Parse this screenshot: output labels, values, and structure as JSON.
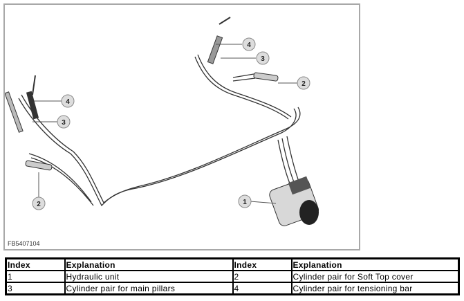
{
  "figure": {
    "id": "FB5407104",
    "callouts": [
      "1",
      "2",
      "2",
      "3",
      "3",
      "4",
      "4"
    ]
  },
  "legend_table": {
    "headers": [
      "Index",
      "Explanation",
      "Index",
      "Explanation"
    ],
    "rows": [
      [
        "1",
        "Hydraulic unit",
        "2",
        "Cylinder pair for Soft Top cover"
      ],
      [
        "3",
        "Cylinder pair for main pillars",
        "4",
        "Cylinder pair for tensioning bar"
      ]
    ]
  }
}
